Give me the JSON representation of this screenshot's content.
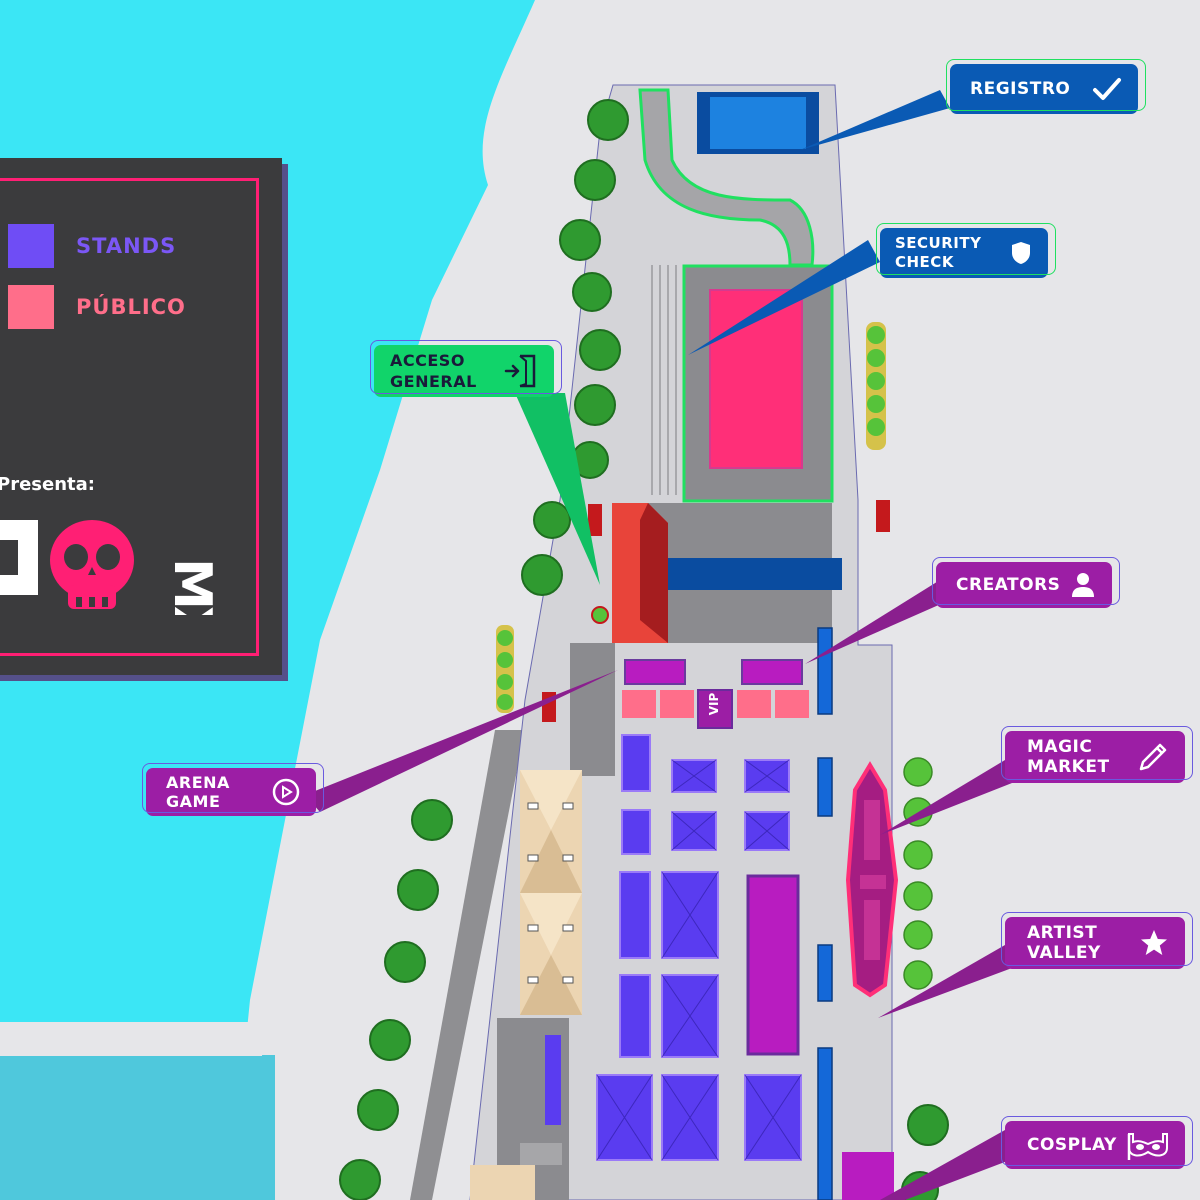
{
  "legend": {
    "items": [
      {
        "label": "STANDS",
        "color": "#6f4df5",
        "text_color": "#7b57f6"
      },
      {
        "label": "PÚBLICO",
        "color": "#ff6e8a",
        "text_color": "#ff6e8a"
      }
    ],
    "presenta": "Presenta:",
    "logo_text": "MX"
  },
  "callouts": {
    "registro": "REGISTRO",
    "security": "SECURITY\nCHECK",
    "acceso": "ACCESO\nGENERAL",
    "creators": "CREATORS",
    "arena": "ARENA\nGAME",
    "magic": "MAGIC\nMARKET",
    "artist": "ARTIST\nVALLEY",
    "cosplay": "COSPLAY"
  },
  "vip_label": "VIP",
  "colors": {
    "water": "#3be6f5",
    "ground": "#e6e6e9",
    "registro_blue": "#0a5ab4",
    "acceso_green": "#11d46a",
    "event_purple": "#9c1ea5",
    "stand_purple": "#5a3cf0",
    "publico_pink": "#ff2f78"
  }
}
